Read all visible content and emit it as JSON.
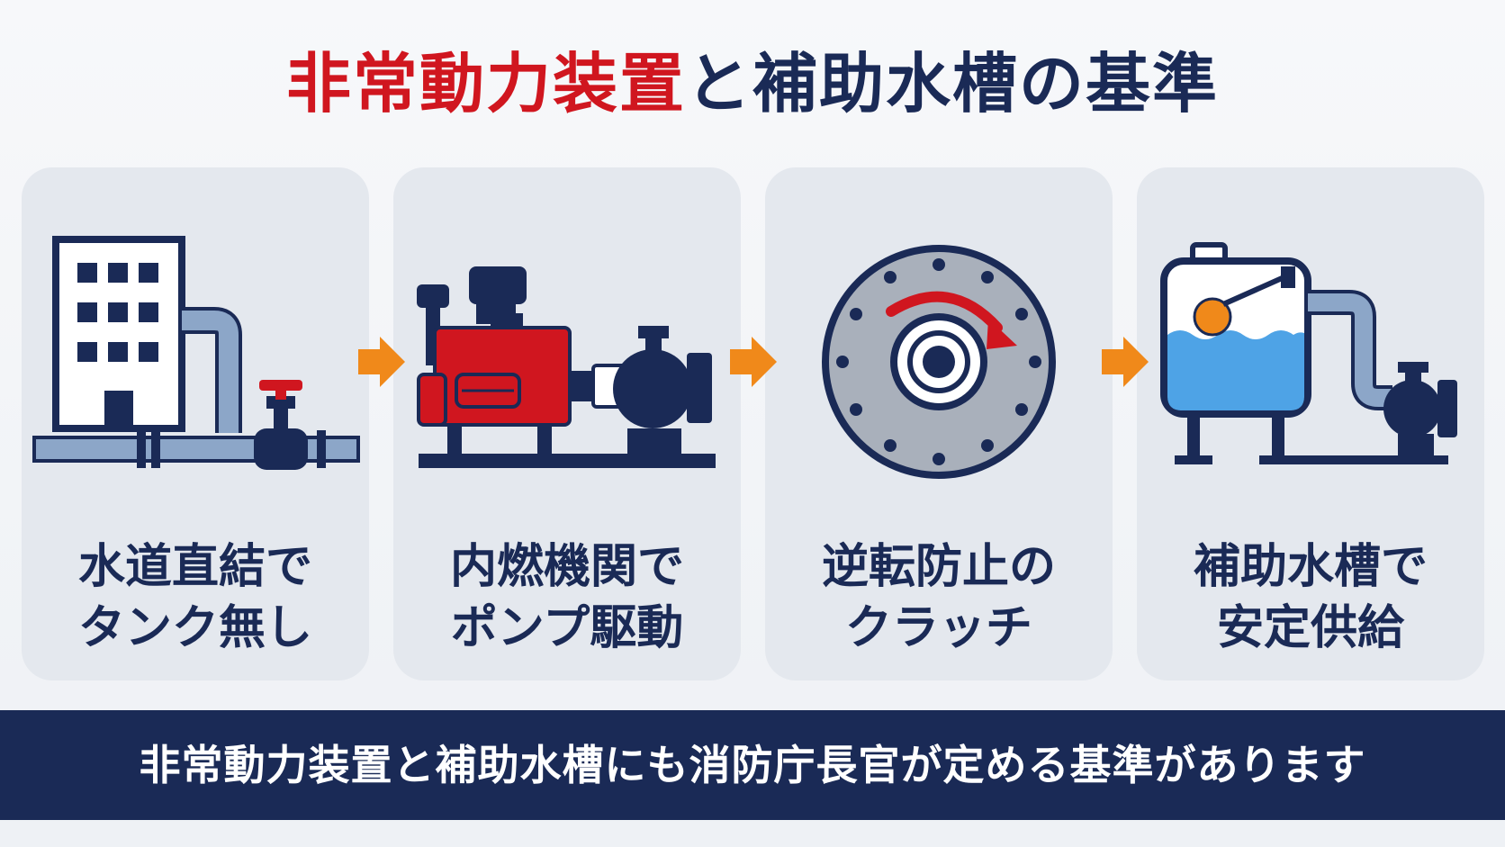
{
  "title": {
    "red_part": "非常動力装置",
    "navy_part": "と補助水槽の基準"
  },
  "colors": {
    "red": "#d0161f",
    "navy": "#1a2a56",
    "orange": "#f0891a",
    "card": "#e4e8ee",
    "pipe": "#8ca6c8",
    "water": "#4ea3e6"
  },
  "cards": [
    {
      "line1": "水道直結で",
      "line2": "タンク無し",
      "icon": "building-with-pipe-and-valve-icon"
    },
    {
      "line1": "内燃機関で",
      "line2": "ポンプ駆動",
      "icon": "engine-driven-pump-icon"
    },
    {
      "line1": "逆転防止の",
      "line2": "クラッチ",
      "icon": "clutch-disc-with-arrow-icon"
    },
    {
      "line1": "補助水槽で",
      "line2": "安定供給",
      "icon": "auxiliary-water-tank-icon"
    }
  ],
  "arrows": [
    "arrow-right-icon",
    "arrow-right-icon",
    "arrow-right-icon"
  ],
  "banner": {
    "text": "非常動力装置と補助水槽にも消防庁長官が定める基準があります"
  }
}
